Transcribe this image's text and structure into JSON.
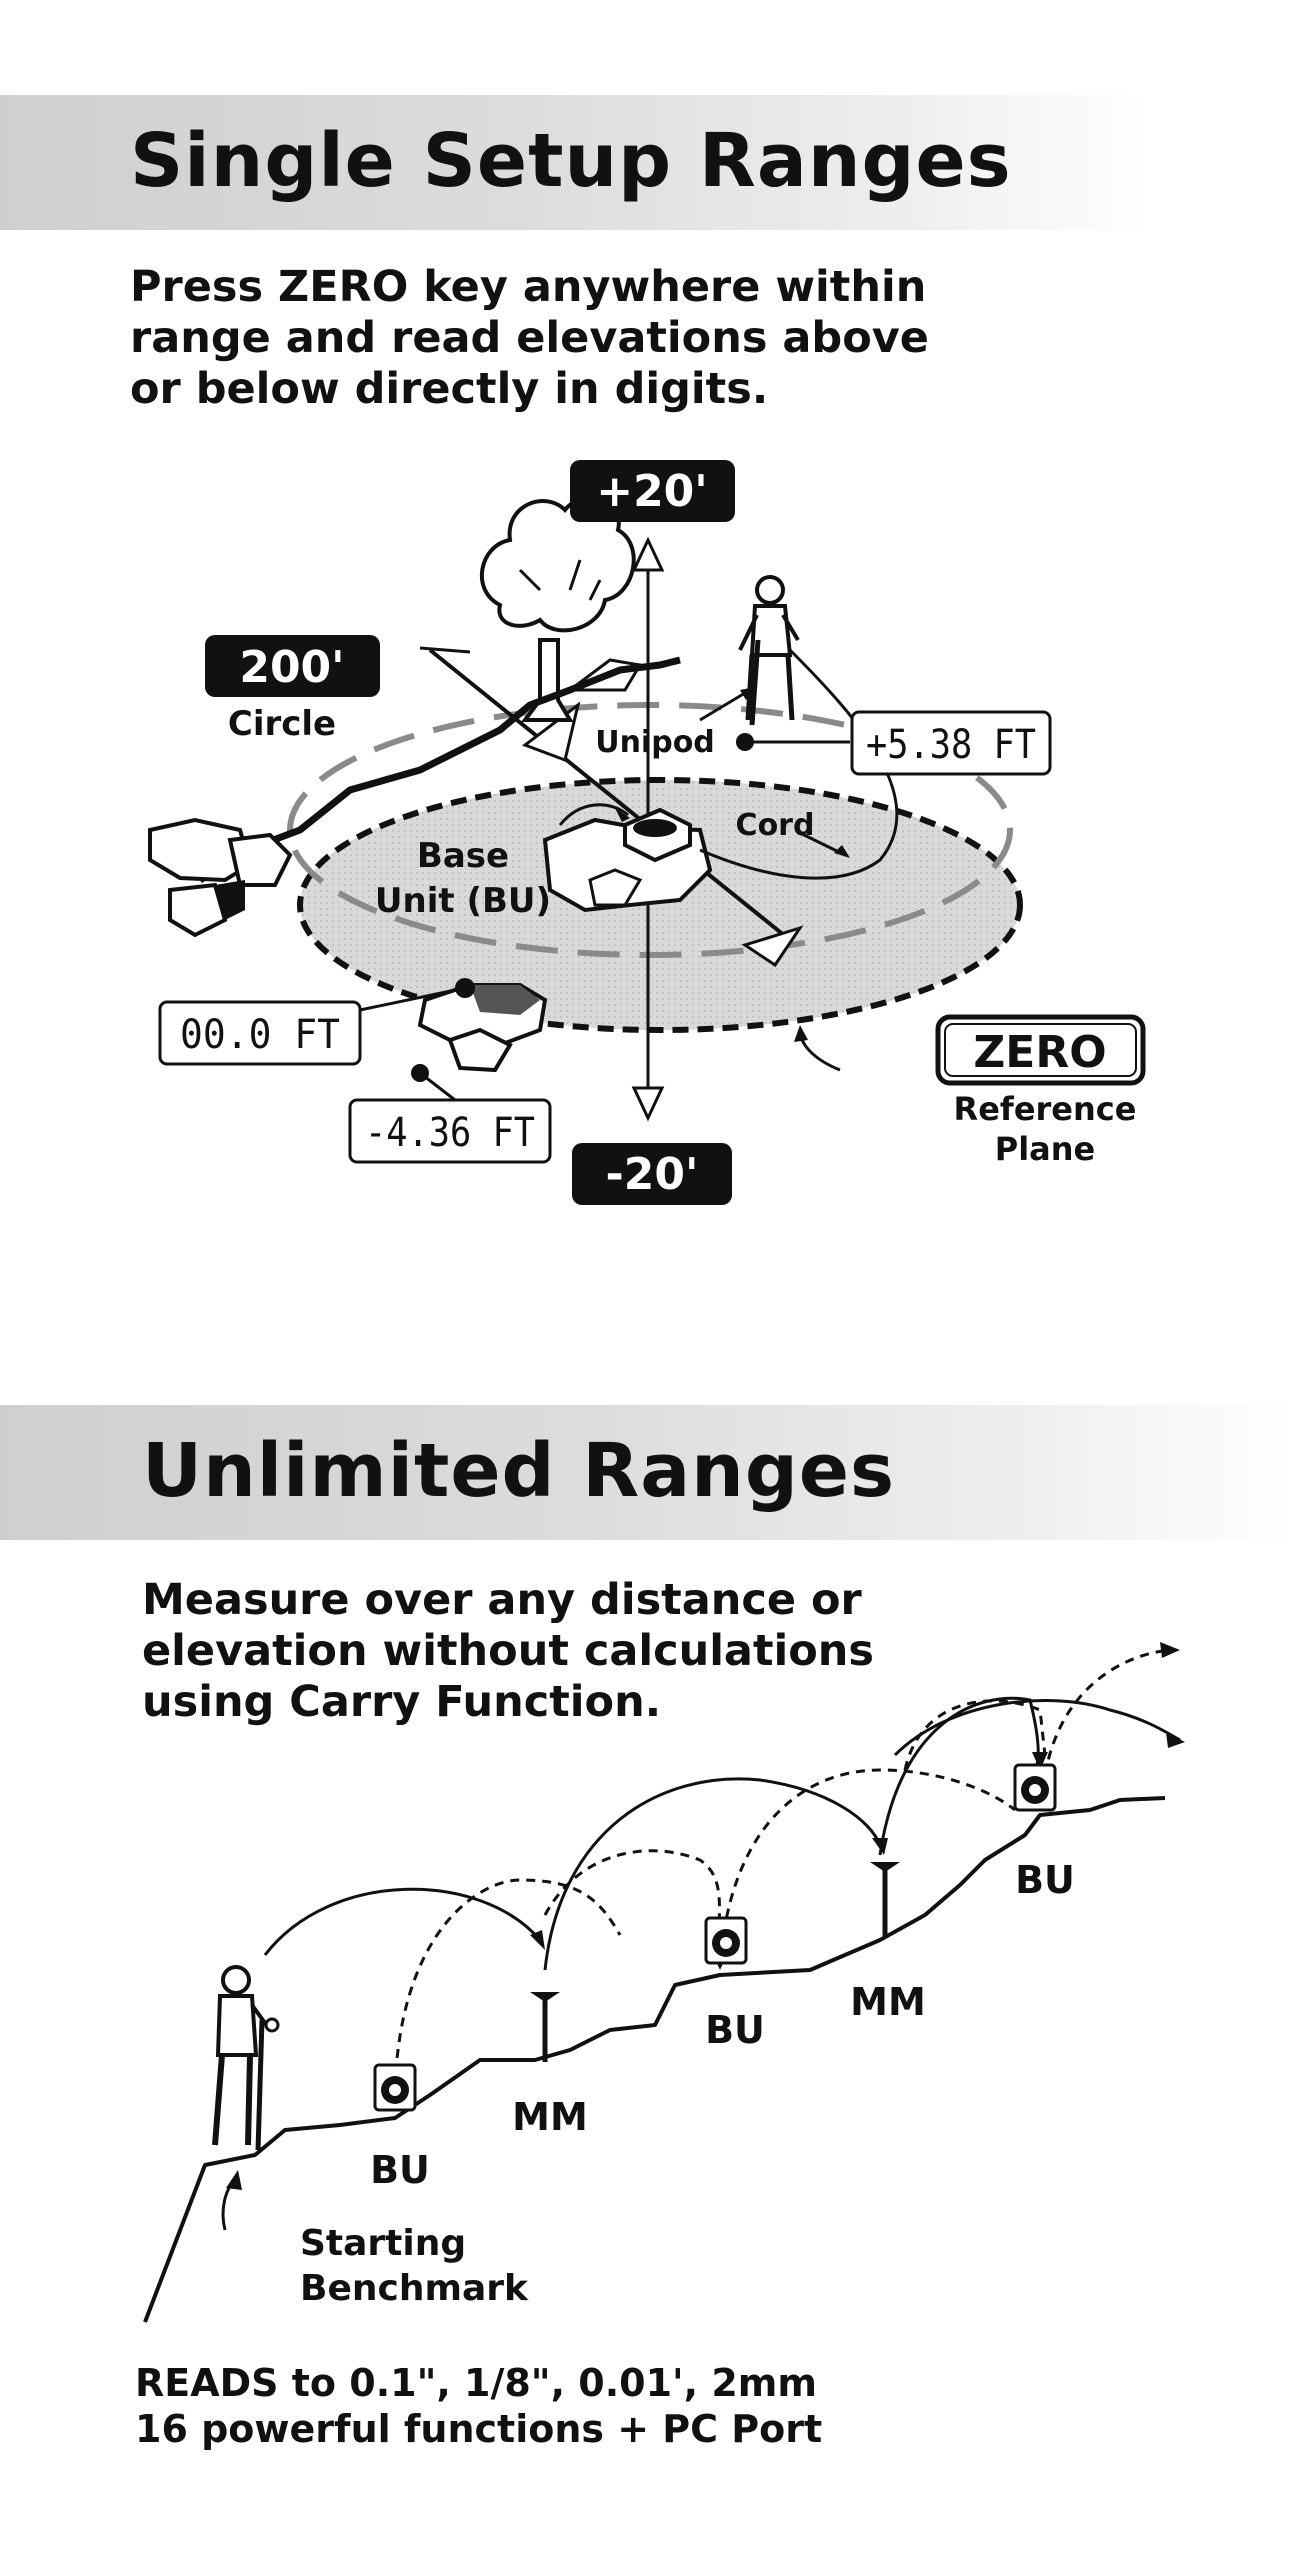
{
  "section1": {
    "title": "Single Setup Ranges",
    "intro": [
      "Press ZERO key anywhere within",
      "range and read elevations above",
      "or below directly in digits."
    ],
    "plus_label": "+20'",
    "minus_label": "-20'",
    "circle_size": "200'",
    "circle_word": "Circle",
    "unipod": "Unipod",
    "cord": "Cord",
    "base_unit": [
      "Base",
      "Unit (BU)"
    ],
    "zero_key": "ZERO",
    "zero_caption": [
      "Reference",
      "Plane"
    ],
    "readouts": {
      "positive": "+5.38 FT",
      "zero": "00.0 FT",
      "negative": "-4.36 FT"
    }
  },
  "section2": {
    "title": "Unlimited Ranges",
    "intro": [
      "Measure over any distance or",
      "elevation without calculations",
      "using Carry Function."
    ],
    "labels": {
      "bu": "BU",
      "mm": "MM"
    },
    "start": [
      "Starting",
      "Benchmark"
    ]
  },
  "footer": [
    "READS to 0.1\", 1/8\", 0.01', 2mm",
    "16 powerful functions + PC Port"
  ]
}
